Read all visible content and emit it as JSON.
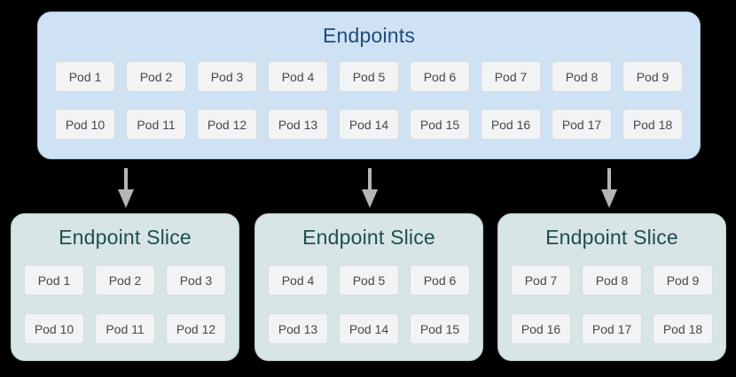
{
  "colors": {
    "background": "#000000",
    "endpoints_fill": "#cfe2f4",
    "endpoints_border": "#a9c6e4",
    "endpoints_title_text": "#1d4c79",
    "slice_fill": "#d7e5e6",
    "slice_border": "#b6cbcd",
    "slice_title_text": "#1f4e51",
    "pod_fill": "#f1f3f4",
    "pod_border": "#d8dadc",
    "pod_text": "#46494c",
    "arrow": "#b5b5b5"
  },
  "endpoints": {
    "title": "Endpoints",
    "rows": [
      [
        "Pod 1",
        "Pod 2",
        "Pod 3",
        "Pod 4",
        "Pod 5",
        "Pod 6",
        "Pod 7",
        "Pod 8",
        "Pod 9"
      ],
      [
        "Pod 10",
        "Pod 11",
        "Pod 12",
        "Pod 13",
        "Pod 14",
        "Pod 15",
        "Pod 16",
        "Pod 17",
        "Pod 18"
      ]
    ]
  },
  "slices": [
    {
      "title": "Endpoint Slice",
      "rows": [
        [
          "Pod 1",
          "Pod 2",
          "Pod 3"
        ],
        [
          "Pod 10",
          "Pod 11",
          "Pod 12"
        ]
      ]
    },
    {
      "title": "Endpoint Slice",
      "rows": [
        [
          "Pod 4",
          "Pod 5",
          "Pod 6"
        ],
        [
          "Pod 13",
          "Pod 14",
          "Pod 15"
        ]
      ]
    },
    {
      "title": "Endpoint Slice",
      "rows": [
        [
          "Pod 7",
          "Pod 8",
          "Pod 9"
        ],
        [
          "Pod 16",
          "Pod 17",
          "Pod 18"
        ]
      ]
    }
  ]
}
